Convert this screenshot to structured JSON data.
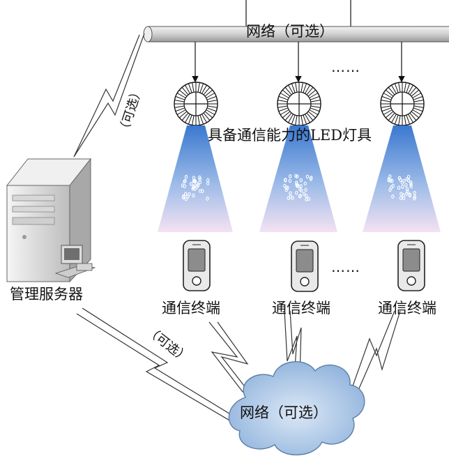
{
  "labels": {
    "top_network": "网络（可选）",
    "led_fixtures": "具备通信能力的LED灯具",
    "server": "管理服务器",
    "terminal_1": "通信终端",
    "terminal_2": "通信终端",
    "terminal_3": "通信终端",
    "optional_upper": "（可选）",
    "optional_lower": "（可选）",
    "cloud_network": "网络（可选）",
    "ellipsis_top": "……",
    "ellipsis_mid": "……"
  },
  "icons": {
    "server": "server-tower-icon",
    "led": "led-fixture-icon",
    "terminal": "pda-terminal-icon",
    "cloud": "cloud-icon",
    "bus": "network-bus-pipe-icon"
  },
  "colors": {
    "pipe_fill": "#d4d4d4",
    "light_beam_top": "#4a86d8",
    "light_beam_bottom": "#f2dcf0",
    "cloud_fill": "#a9c7e8",
    "cloud_stroke": "#5b7fa6",
    "server_body": "#e6e6e6"
  }
}
